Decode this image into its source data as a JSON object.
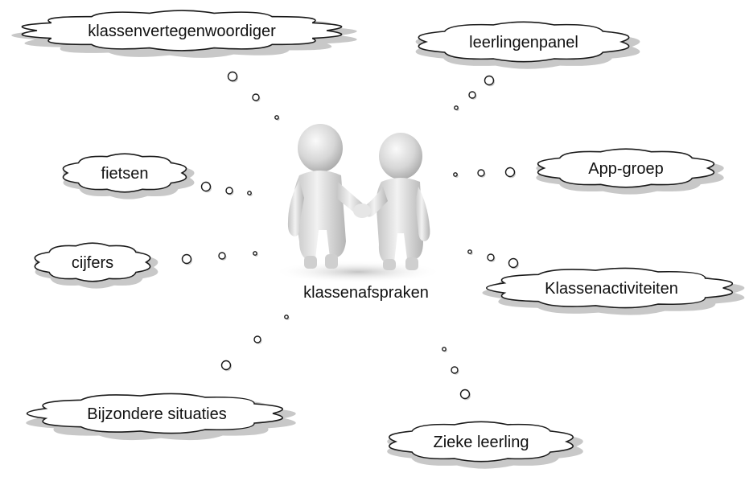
{
  "center": {
    "label": "klassenafspraken",
    "figure_icon": "two-people-shaking-hands-icon"
  },
  "clouds": [
    {
      "id": "klassenvertegenwoordiger",
      "label": "klassenvertegenwoordiger"
    },
    {
      "id": "leerlingenpanel",
      "label": "leerlingenpanel"
    },
    {
      "id": "fietsen",
      "label": "fietsen"
    },
    {
      "id": "app-groep",
      "label": "App-groep"
    },
    {
      "id": "cijfers",
      "label": "cijfers"
    },
    {
      "id": "klassenactiviteiten",
      "label": "Klassenactiviteiten"
    },
    {
      "id": "bijzondere-situaties",
      "label": "Bijzondere situaties"
    },
    {
      "id": "zieke-leerling",
      "label": "Zieke leerling"
    }
  ],
  "colors": {
    "outline": "#1a1a1a",
    "shadow": "#9a9a9a",
    "figure": "#d9d9d9"
  }
}
